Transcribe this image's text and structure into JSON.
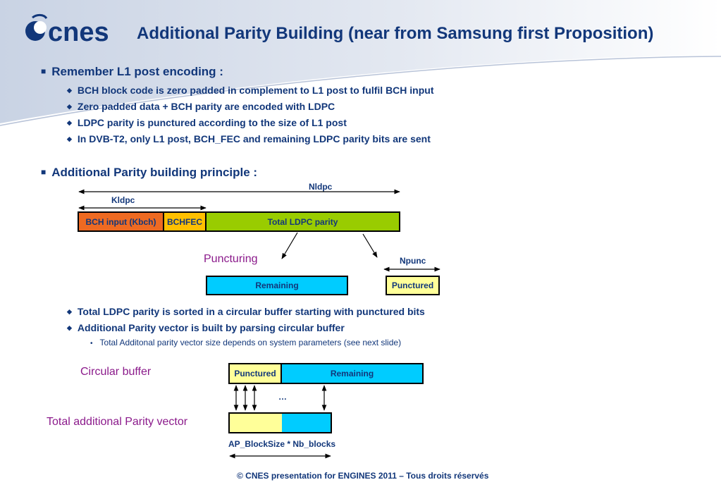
{
  "header": {
    "logo_text": "cnes",
    "title": "Additional Parity Building (near from Samsung first Proposition)"
  },
  "section1": {
    "heading": "Remember L1 post  encoding :",
    "items": [
      "BCH block code is zero padded in complement to L1 post to fulfil BCH input",
      "Zero padded data + BCH parity are encoded with LDPC",
      "LDPC parity is punctured according to the size of L1 post",
      "In DVB-T2, only L1 post, BCH_FEC and remaining LDPC parity bits are sent"
    ]
  },
  "section2": {
    "heading": "Additional Parity building principle :"
  },
  "diagram1": {
    "nldpc_label": "Nldpc",
    "kldpc_label": "Kldpc",
    "bch_input_label": "BCH input (Kbch)",
    "bchfec_label": "BCHFEC",
    "total_ldpc_label": "Total LDPC parity",
    "puncturing_label": "Puncturing",
    "npunc_label": "Npunc",
    "remaining_label": "Remaining",
    "punctured_label": "Punctured"
  },
  "section2_items": [
    "Total LDPC parity is sorted in a circular buffer starting with punctured bits",
    "Additional Parity vector is built by parsing circular buffer"
  ],
  "section2_subitem": "Total Additonal parity vector size depends on system parameters (see next slide)",
  "diagram2": {
    "circular_buffer_label": "Circular buffer",
    "punctured_label": "Punctured",
    "remaining_label": "Remaining",
    "ellipsis": "…",
    "total_vector_label": "Total additional Parity vector",
    "size_label": "AP_BlockSize * Nb_blocks"
  },
  "footer": {
    "copyright": "© CNES presentation for ENGINES 2011 – Tous droits réservés"
  },
  "colors": {
    "title_blue": "#12377a",
    "bch_orange": "#ee6a22",
    "bchfec_yellow": "#ffc000",
    "ldpc_green": "#99cc00",
    "remaining_cyan": "#00ccff",
    "punctured_yellow": "#ffff99",
    "label_purple": "#8b1a8b"
  }
}
